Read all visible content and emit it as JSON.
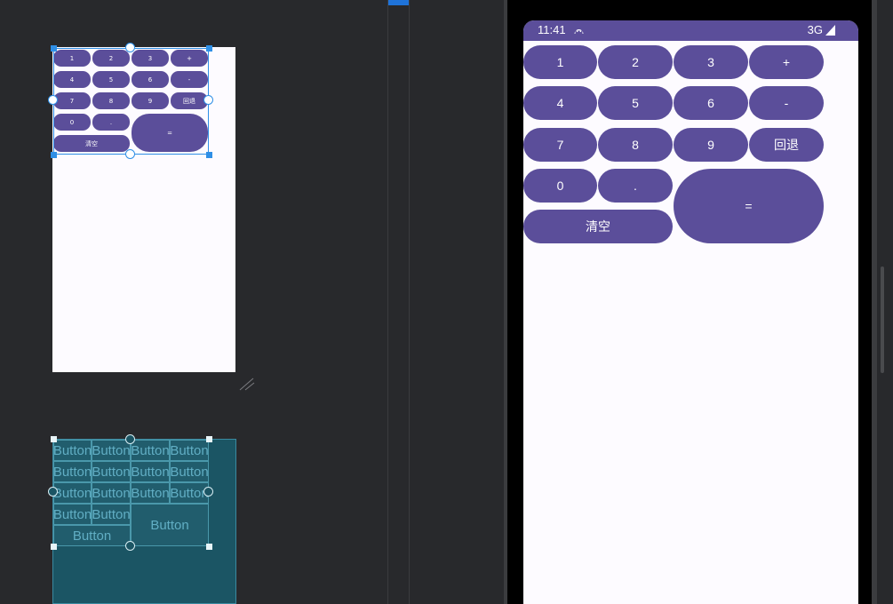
{
  "design": {
    "buttons": [
      {
        "key": "k1",
        "label": "1"
      },
      {
        "key": "k2",
        "label": "2"
      },
      {
        "key": "k3",
        "label": "3"
      },
      {
        "key": "kplus",
        "label": "+"
      },
      {
        "key": "k4",
        "label": "4"
      },
      {
        "key": "k5",
        "label": "5"
      },
      {
        "key": "k6",
        "label": "6"
      },
      {
        "key": "kminus",
        "label": "-"
      },
      {
        "key": "k7",
        "label": "7"
      },
      {
        "key": "k8",
        "label": "8"
      },
      {
        "key": "k9",
        "label": "9"
      },
      {
        "key": "kback",
        "label": "回退"
      },
      {
        "key": "k0",
        "label": "0"
      },
      {
        "key": "kdot",
        "label": "."
      },
      {
        "key": "kclear",
        "label": "清空"
      },
      {
        "key": "kequal",
        "label": "="
      }
    ]
  },
  "blueprint": {
    "button_label": "Button"
  },
  "phone": {
    "status": {
      "time": "11:41",
      "network": "3G"
    },
    "buttons": [
      {
        "key": "k1",
        "label": "1"
      },
      {
        "key": "k2",
        "label": "2"
      },
      {
        "key": "k3",
        "label": "3"
      },
      {
        "key": "kplus",
        "label": "+"
      },
      {
        "key": "k4",
        "label": "4"
      },
      {
        "key": "k5",
        "label": "5"
      },
      {
        "key": "k6",
        "label": "6"
      },
      {
        "key": "kminus",
        "label": "-"
      },
      {
        "key": "k7",
        "label": "7"
      },
      {
        "key": "k8",
        "label": "8"
      },
      {
        "key": "k9",
        "label": "9"
      },
      {
        "key": "kback",
        "label": "回退"
      },
      {
        "key": "k0",
        "label": "0"
      },
      {
        "key": "kdot",
        "label": "."
      },
      {
        "key": "kclear",
        "label": "清空"
      },
      {
        "key": "kequal",
        "label": "="
      }
    ]
  },
  "colors": {
    "accent": "#5b4e9a",
    "workspace_bg": "#28292c",
    "blueprint_bg": "#1b5564",
    "selection": "#2f8fe6"
  }
}
